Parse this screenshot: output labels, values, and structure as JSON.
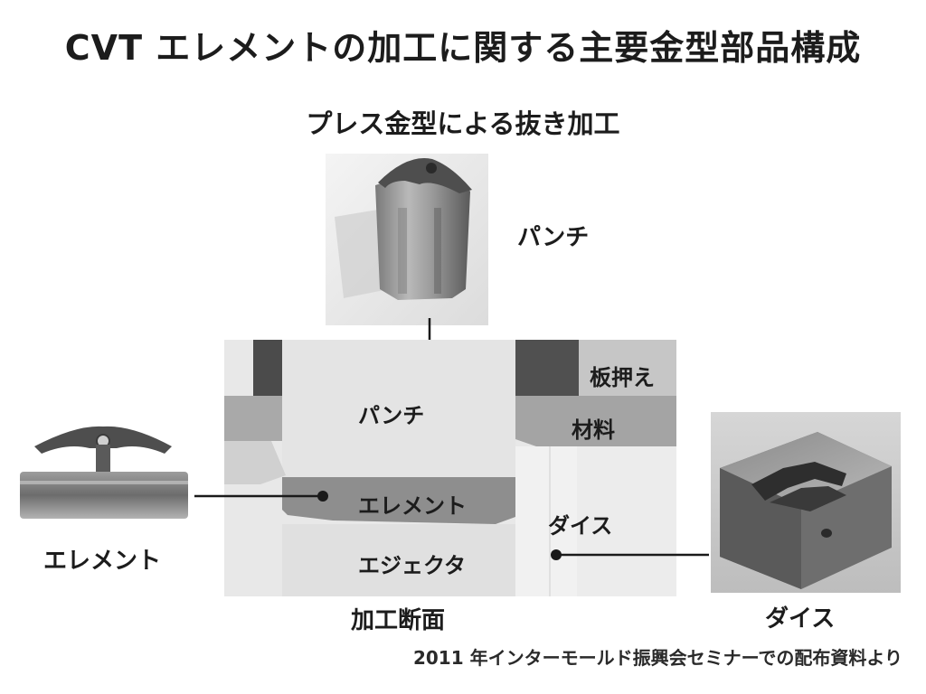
{
  "title": "CVT エレメントの加工に関する主要金型部品構成",
  "subtitle": "プレス金型による抜き加工",
  "punch_photo": {
    "label": "パンチ"
  },
  "element_photo": {
    "label": "エレメント"
  },
  "die_photo": {
    "label": "ダイス"
  },
  "cross_section": {
    "caption": "加工断面",
    "labels": {
      "blank_holder": "板押え",
      "material": "材料",
      "punch": "パンチ",
      "element": "エレメント",
      "die": "ダイス",
      "ejector": "エジェクタ"
    }
  },
  "source_note": "2011 年インターモールド振興会セミナーでの配布資料より",
  "colors": {
    "background": "#ffffff",
    "text": "#1c1c1c",
    "section_light": "#e4e4e4",
    "section_mid": "#a9a9a9",
    "section_dark": "#4b4b4b",
    "leader_line": "#1a1a1a"
  }
}
